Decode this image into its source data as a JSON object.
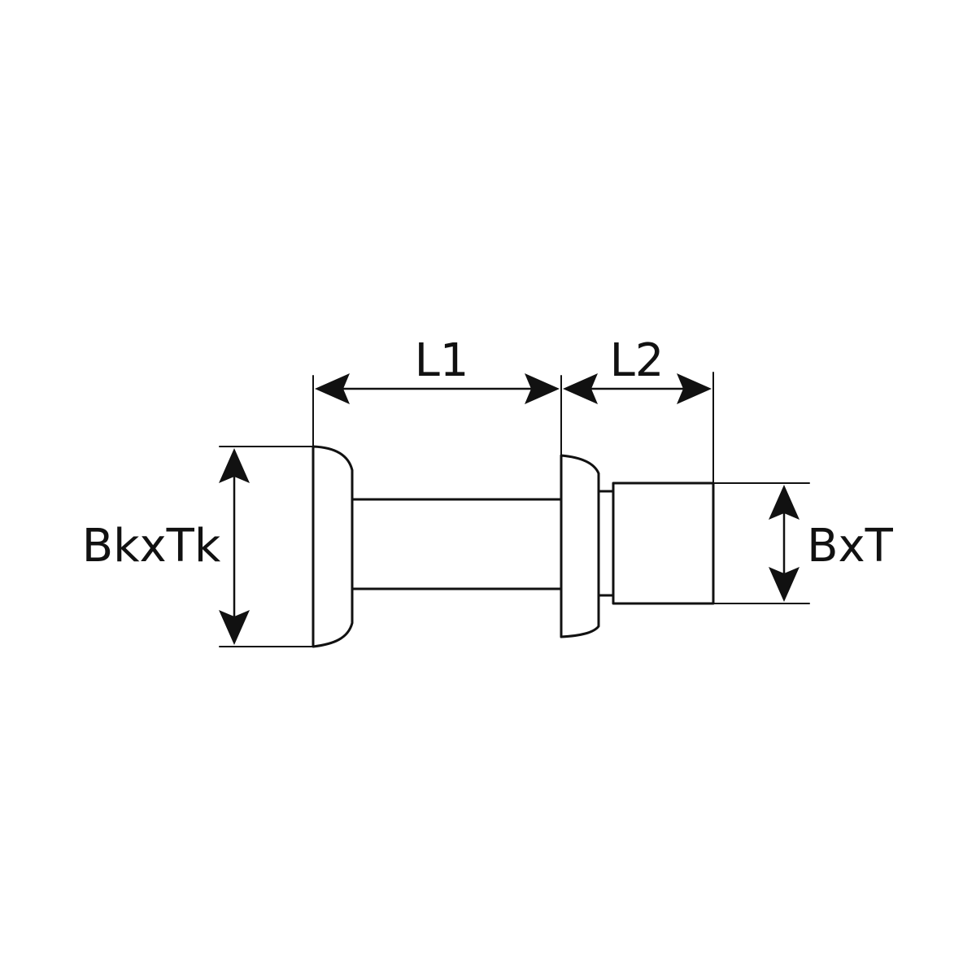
{
  "labels": {
    "length_1": "L1",
    "length_2": "L2",
    "head_size": "BkxTk",
    "pin_size": "BxT"
  },
  "colors": {
    "line": "#111111",
    "background": "#ffffff"
  }
}
